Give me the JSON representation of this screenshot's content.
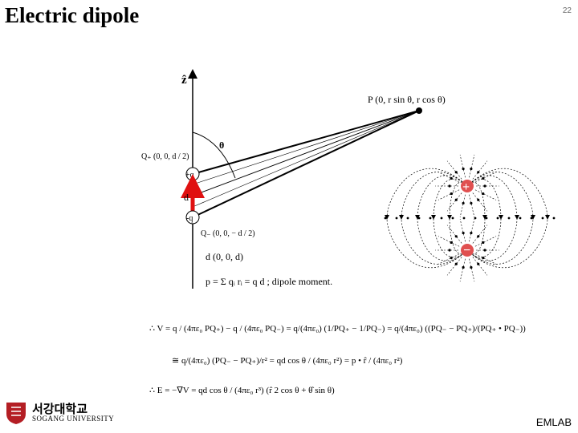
{
  "slide": {
    "title": "Electric dipole",
    "page_number": "22",
    "footer": "EMLAB"
  },
  "logo": {
    "korean": "서강대학교",
    "english": "SOGANG UNIVERSITY",
    "emblem_color": "#b41e24"
  },
  "diagram": {
    "z_axis_label": "ẑ",
    "point_P": "P (0, r sin θ, r cos θ)",
    "theta_label": "θ",
    "q_plus_coord": "Q₊ (0, 0, d / 2)",
    "q_plus_charge": "+q",
    "d_label": "d",
    "q_minus_charge": "-q",
    "q_minus_coord": "Q₋ (0, 0, − d / 2)",
    "d_vector": "d (0, 0, d)",
    "dipole_moment": "p = Σ qᵢ rᵢ = q d ; dipole moment.",
    "dipole_arrow_color": "#e01010"
  },
  "field_plot": {
    "plus_charge_symbol": "+",
    "minus_charge_symbol": "−",
    "charge_color": "#e05050"
  },
  "equations": {
    "line1": "∴ V = q / (4πε₀ PQ₊) − q / (4πε₀ PQ₋) = q/(4πε₀) (1/PQ₊ − 1/PQ₋) = q/(4πε₀) ((PQ₋ − PQ₊)/(PQ₊ • PQ₋))",
    "line2": "≅ q/(4πε₀) (PQ₋ − PQ₊)/r² = qd cos θ / (4πε₀ r²) = p • r̂ / (4πε₀ r²)",
    "line3": "∴ E = −∇V = qd cos θ / (4πε₀ r³) (r̂ 2 cos θ + θ̂ sin θ)"
  }
}
